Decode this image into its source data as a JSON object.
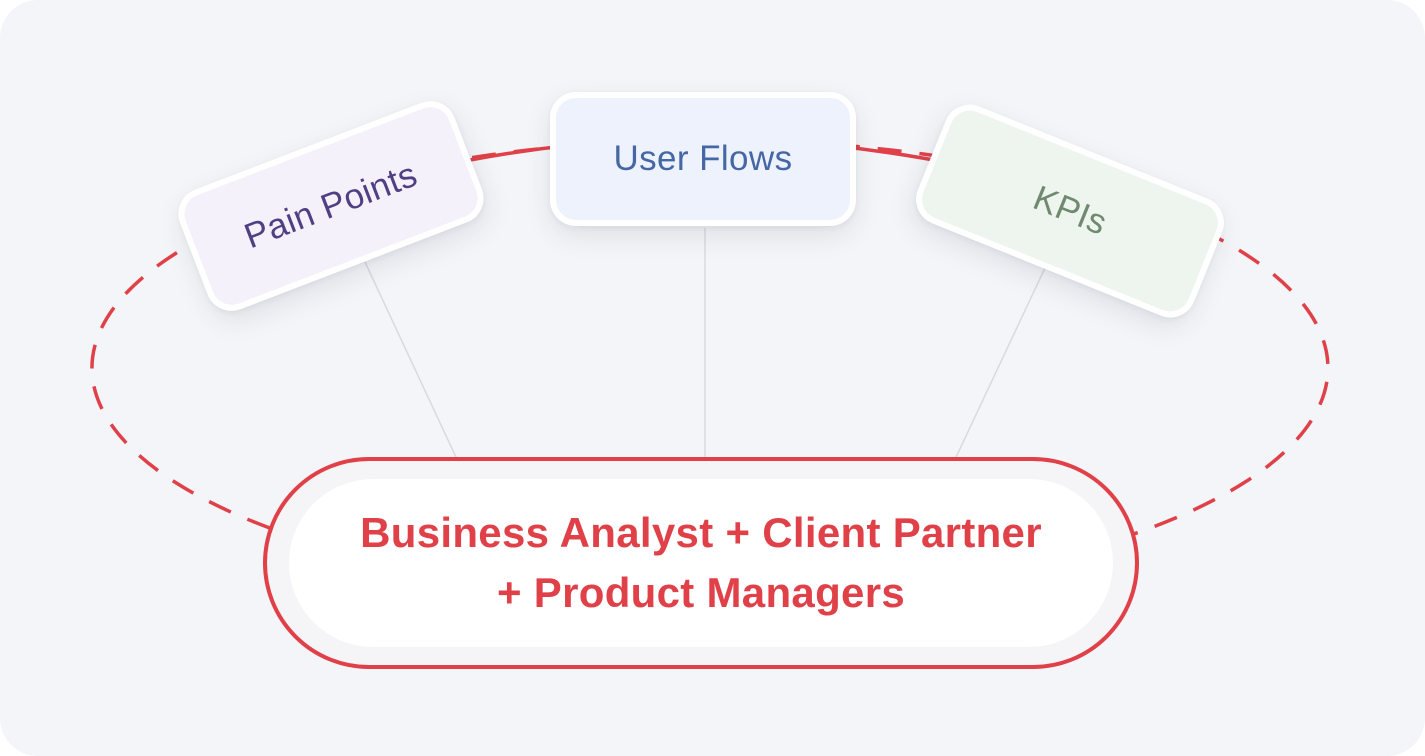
{
  "colors": {
    "ellipse": "#e04149",
    "connector": "#d9dadf",
    "pain_points_text": "#4f3f83",
    "user_flows_text": "#4567a5",
    "kpis_text": "#6f8a70",
    "center_text": "#e04149"
  },
  "topics": {
    "pain_points": "Pain Points",
    "user_flows": "User Flows",
    "kpis": "KPIs"
  },
  "center": {
    "line1": "Business Analyst + Client Partner",
    "line2": "+ Product Managers"
  }
}
